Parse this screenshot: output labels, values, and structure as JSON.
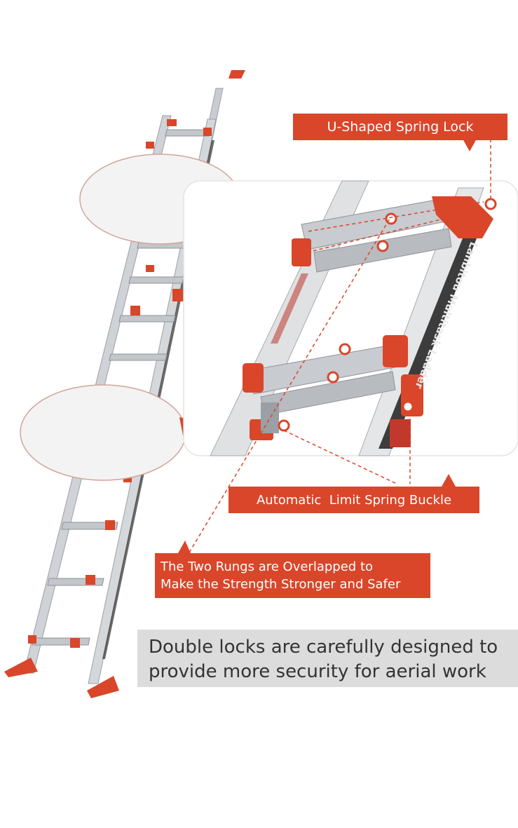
{
  "brand_text": "Lanbitou Multitask Ladder",
  "callouts": {
    "spring_lock": "U-Shaped Spring Lock",
    "limit_buckle": "Automatic  Limit Spring Buckle",
    "rungs_line1": "The Two Rungs are Overlapped to",
    "rungs_line2": "Make the Strength Stronger and Safer"
  },
  "summary": {
    "line1": "Double locks are carefully designed to",
    "line2": "provide more security for aerial work"
  },
  "colors": {
    "accent": "#d9462a",
    "aluminum": "#c9ccd0",
    "summary_bg": "#dcdcdc",
    "summary_text": "#333333"
  }
}
